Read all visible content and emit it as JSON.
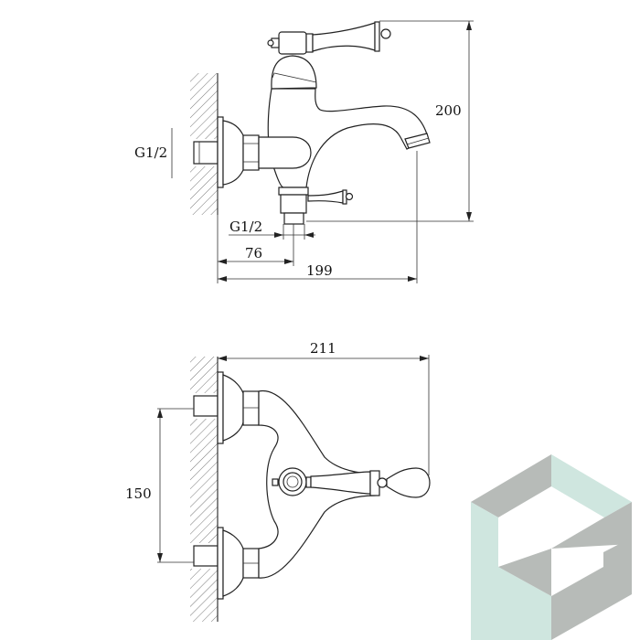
{
  "side_view": {
    "height_label": "200",
    "depth_label": "199",
    "outlet_offset_label": "76",
    "inlet_thread_label": "G1/2",
    "outlet_thread_label": "G1/2"
  },
  "top_view": {
    "width_label": "211",
    "inlet_spacing_label": "150"
  },
  "logo": {
    "colors": {
      "grey": "#b7bbb8",
      "teal": "#cfe6df"
    }
  }
}
